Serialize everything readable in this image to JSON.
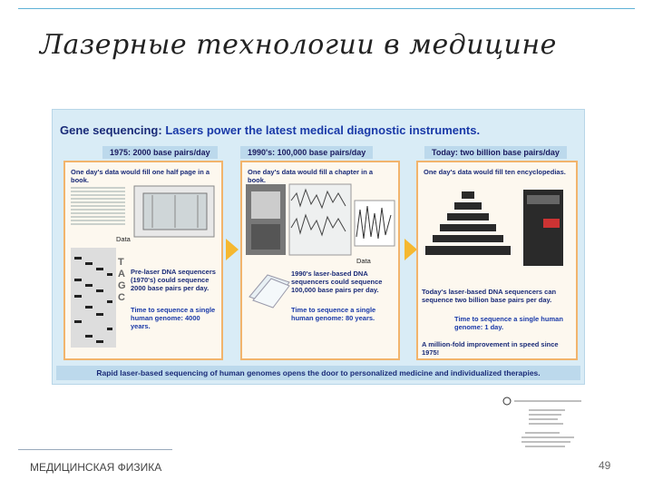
{
  "slide": {
    "title": "Лазерные технологии в медицине",
    "footer": "МЕДИЦИНСКАЯ ФИЗИКА",
    "page_number": "49"
  },
  "figure": {
    "title_bold": "Gene sequencing:",
    "title_rest": "Lasers power the latest medical diagnostic instruments.",
    "panels": [
      {
        "era": "1975: 2000 base pairs/day",
        "data_caption": "One day's data would fill one half page in a book.",
        "data_label": "Data",
        "desc": "Pre-laser DNA sequencers (1970's) could sequence 2000 base pairs per day.",
        "time": "Time to sequence a single human genome: 4000 years."
      },
      {
        "era": "1990's: 100,000 base pairs/day",
        "data_caption": "One day's data would fill a chapter in a book.",
        "data_label": "Data",
        "desc": "1990's laser-based DNA sequencers could sequence 100,000 base pairs per day.",
        "time": "Time to sequence a single human genome: 80 years."
      },
      {
        "era": "Today: two billion base pairs/day",
        "data_caption": "One day's data would fill ten encyclopedias.",
        "desc": "Today's laser-based DNA sequencers can sequence two billion base pairs per day.",
        "time": "Time to sequence a single human genome: 1 day.",
        "improvement": "A million-fold improvement in speed since 1975!"
      }
    ],
    "bases": [
      "A",
      "T",
      "C",
      "G"
    ],
    "bottom_caption": "Rapid laser-based sequencing of human genomes opens the door to personalized medicine and individualized therapies."
  },
  "colors": {
    "figure_bg": "#d9ecf6",
    "panel_border": "#f2b46c",
    "arrow": "#f5b830",
    "heading": "#1a2b78"
  }
}
